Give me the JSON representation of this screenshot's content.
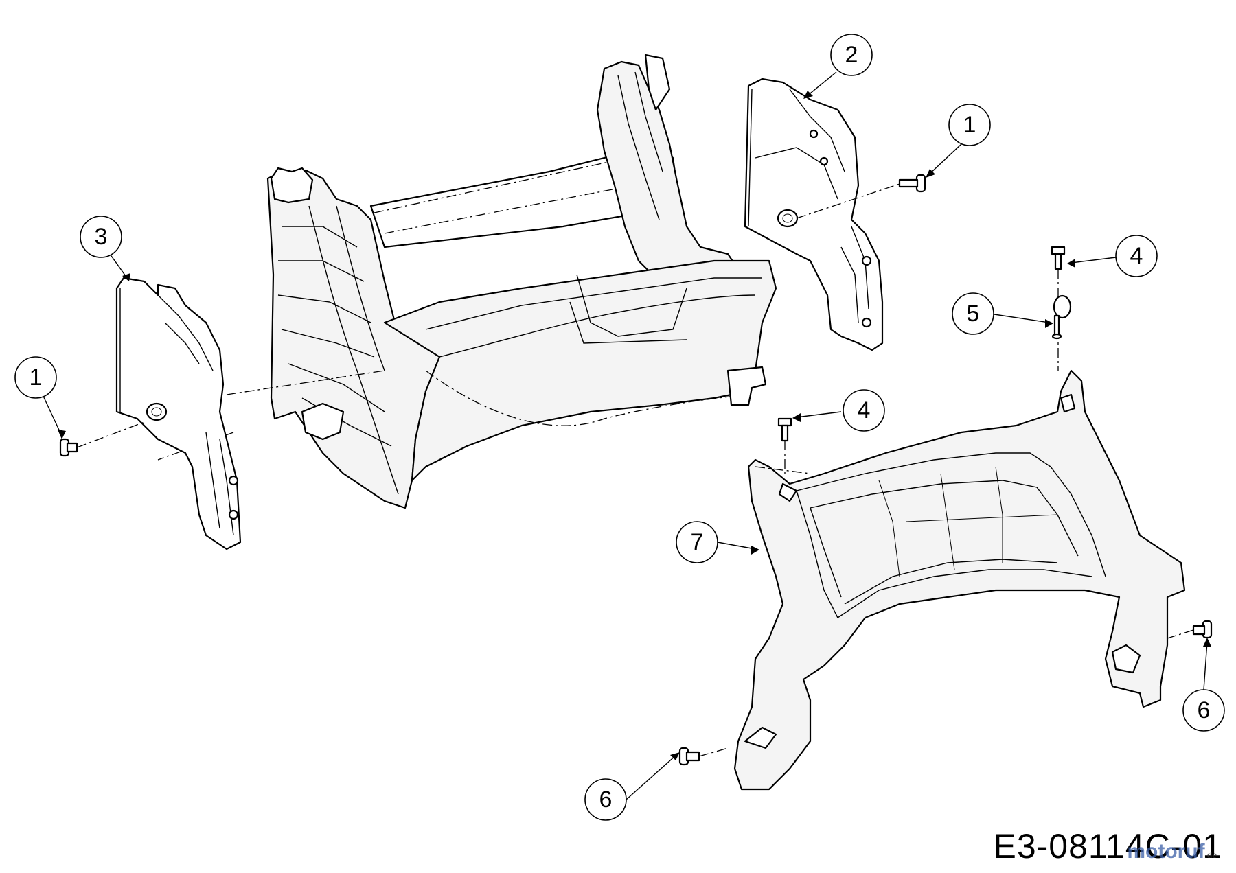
{
  "callouts": [
    {
      "label": "1"
    },
    {
      "label": "1"
    },
    {
      "label": "2"
    },
    {
      "label": "3"
    },
    {
      "label": "4"
    },
    {
      "label": "4"
    },
    {
      "label": "5"
    },
    {
      "label": "6"
    },
    {
      "label": "6"
    },
    {
      "label": "7"
    }
  ],
  "drawing_number": "E3-08114C-01",
  "watermark": {
    "brand": "motoruf",
    "suffix": ".de"
  }
}
